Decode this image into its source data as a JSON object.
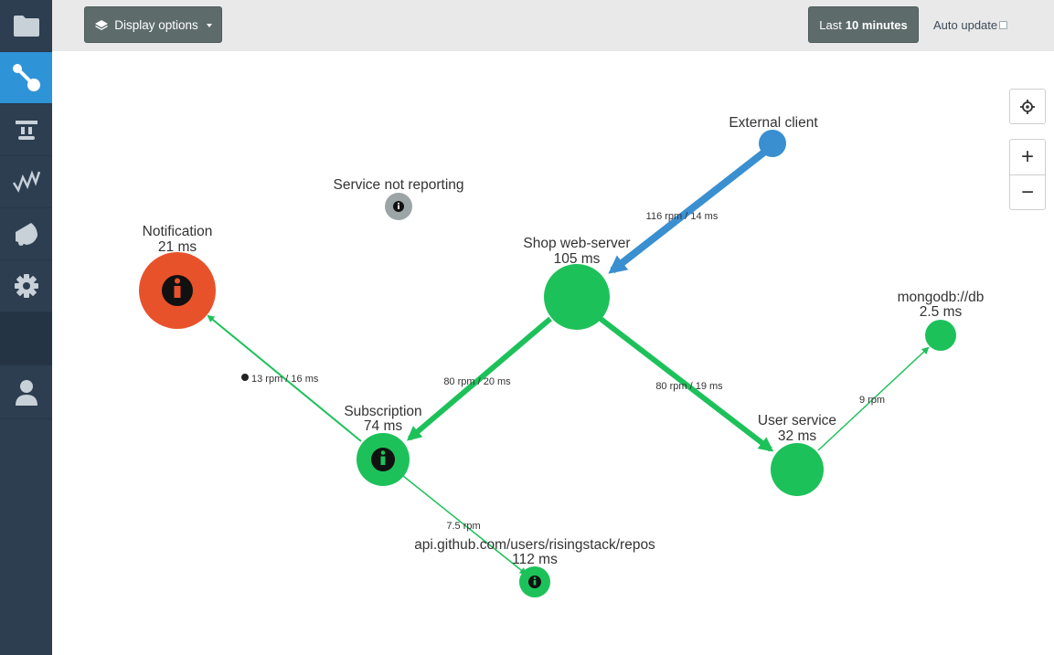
{
  "colors": {
    "sidebar_bg": "#2c3e50",
    "sidebar_active": "#2f93d8",
    "healthy": "#1dc15a",
    "error": "#e8522a",
    "external": "#3a8fd0",
    "not_reporting": "#9ca5a5"
  },
  "sidebar": {
    "items": [
      {
        "icon": "folder-icon"
      },
      {
        "icon": "topology-icon",
        "active": true
      },
      {
        "icon": "trace-icon"
      },
      {
        "icon": "metrics-icon"
      },
      {
        "icon": "alerts-icon"
      },
      {
        "icon": "gear-icon"
      },
      {
        "icon": "empty"
      },
      {
        "icon": "user-icon"
      }
    ]
  },
  "toolbar": {
    "display_options_label": "Display options",
    "time_prefix": "Last",
    "time_value": "10 minutes",
    "auto_update_label": "Auto update"
  },
  "controls": {
    "zoom_in": "+",
    "zoom_out": "−"
  },
  "graph": {
    "nodes": {
      "external_client": {
        "name": "External client"
      },
      "not_reporting": {
        "name": "Service not reporting"
      },
      "notification": {
        "name": "Notification",
        "latency": "21 ms",
        "status": "error"
      },
      "shop": {
        "name": "Shop web-server",
        "latency": "105 ms"
      },
      "mongodb": {
        "name": "mongodb://db",
        "latency": "2.5 ms"
      },
      "subscription": {
        "name": "Subscription",
        "latency": "74 ms"
      },
      "user_service": {
        "name": "User service",
        "latency": "32 ms"
      },
      "github": {
        "name": "api.github.com/users/risingstack/repos",
        "latency": "112 ms"
      }
    },
    "edges": {
      "external_to_shop": "116 rpm / 14 ms",
      "sub_to_notification": "13 rpm / 16 ms",
      "shop_to_sub": "80 rpm / 20 ms",
      "shop_to_user": "80 rpm / 19 ms",
      "user_to_mongo": "9 rpm",
      "sub_to_github": "7.5 rpm"
    }
  }
}
